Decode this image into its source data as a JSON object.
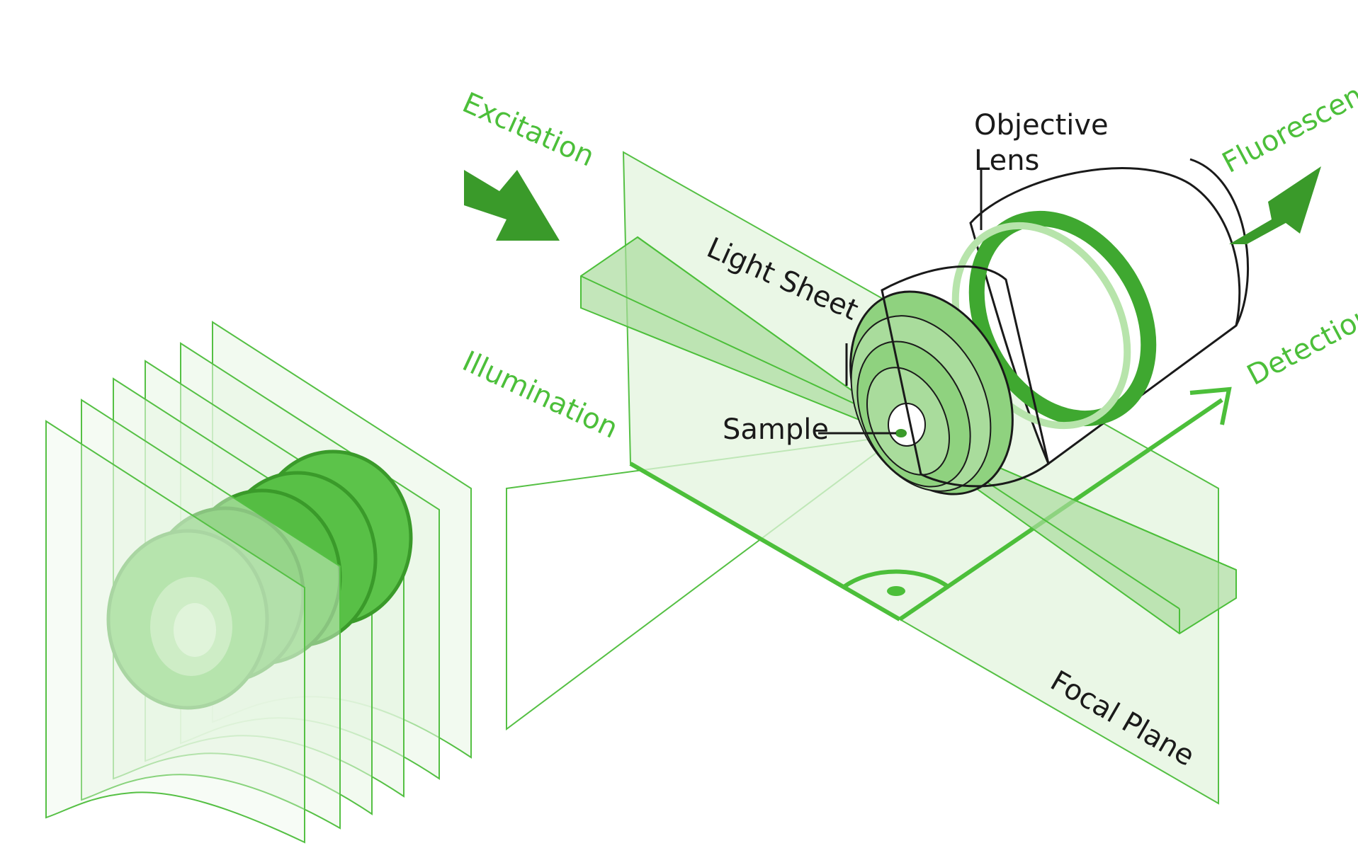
{
  "labels": {
    "excitation": "Excitation",
    "illumination": "Illumination",
    "light_sheet": "Light Sheet",
    "sample": "Sample",
    "objective_line1": "Objective",
    "objective_line2": "Lens",
    "fluorescence": "Fluorescence",
    "detection": "Detection",
    "focal_plane": "Focal Plane"
  },
  "colors": {
    "dark_green": "#3a9a2a",
    "mid_green": "#5cc34a",
    "light_green": "#a9dc9c",
    "pale_green": "#e3f4de",
    "outline": "#1a1a1a",
    "label_green": "#4cbf3a"
  }
}
